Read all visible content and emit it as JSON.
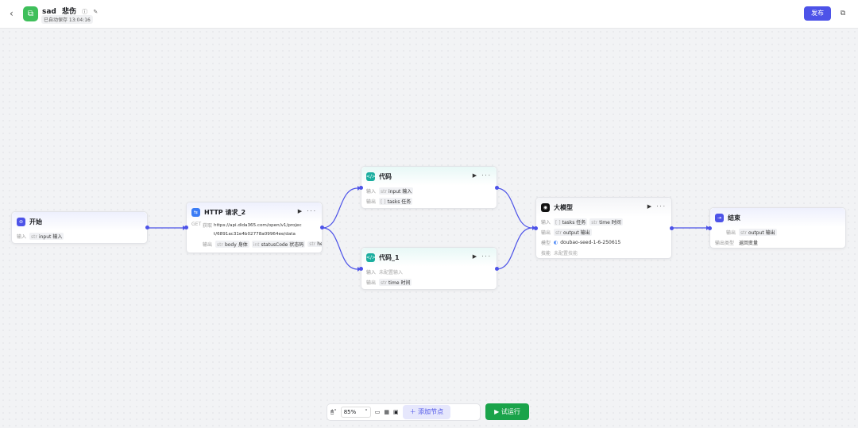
{
  "header": {
    "back_icon": "chevron-left-icon",
    "app_name": "sad",
    "app_desc": "悲伤",
    "info_icon": "info-icon",
    "edit_icon": "edit-icon",
    "saved_status": "已自动保存 13:04:16",
    "publish": "发布",
    "copy_icon": "copy-icon"
  },
  "nodes": {
    "start": {
      "title": "开始",
      "in_label": "输入",
      "in_type": "str",
      "in_name": "input",
      "in_desc": "输入"
    },
    "http": {
      "title": "HTTP 请求_2",
      "method": "GET",
      "url_label": "获取",
      "url": "https://api.dida365.com/open/v1/project/6891ac31e4b02778a09964ee/data",
      "out_label": "输出",
      "outputs": [
        {
          "type": "str",
          "name": "body",
          "desc": "身体"
        },
        {
          "type": "int",
          "name": "statusCode",
          "desc": "状态码"
        },
        {
          "type": "str",
          "name": "hea",
          "desc": ""
        }
      ]
    },
    "code": {
      "title": "代码",
      "in_label": "输入",
      "in_type": "str",
      "in_name": "input",
      "in_desc": "输入",
      "out_label": "输出",
      "out_type": "[ ]",
      "out_name": "tasks",
      "out_desc": "任务"
    },
    "code1": {
      "title": "代码_1",
      "in_label": "输入",
      "in_empty": "未配置输入",
      "out_label": "输出",
      "out_type": "str",
      "out_name": "time",
      "out_desc": "时间"
    },
    "llm": {
      "title": "大模型",
      "in_label": "输入",
      "in1_type": "[ ]",
      "in1_name": "tasks",
      "in1_desc": "任务",
      "in2_type": "str",
      "in2_name": "time",
      "in2_desc": "时间",
      "out_label": "输出",
      "out_type": "str",
      "out_name": "output",
      "out_desc": "输出",
      "model_label": "模型",
      "model": "doubao-seed-1-6-250615",
      "skill_label": "技能",
      "skill": "未配置技能"
    },
    "end": {
      "title": "结束",
      "out_label": "输出",
      "out_type": "str",
      "out_name": "output",
      "out_desc": "输出",
      "type_label": "输出类型",
      "type_value": "返回变量"
    }
  },
  "toolbar": {
    "zoom": "85%",
    "add_node": "添加节点",
    "run": "试运行"
  },
  "colors": {
    "accent": "#4d53e8",
    "run": "#1aa34a",
    "code": "#1aae9f",
    "start": "#4d53e8"
  }
}
